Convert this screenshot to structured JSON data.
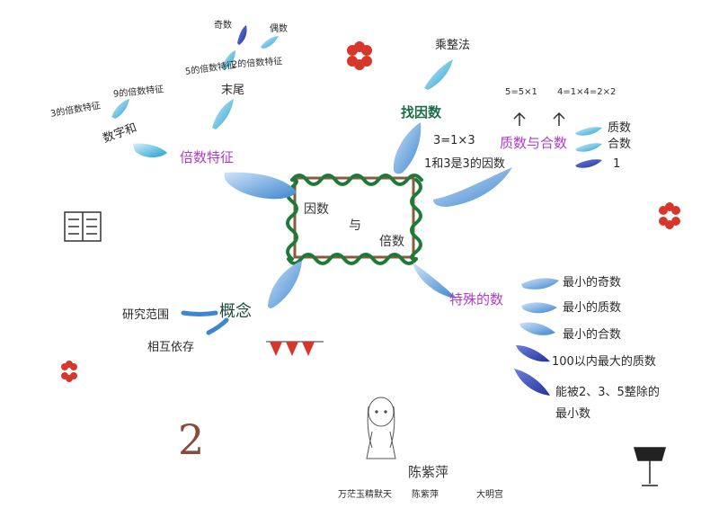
{
  "center": {
    "line1": "因数",
    "line2": "与",
    "line3": "倍数"
  },
  "branches": {
    "multiple_features": {
      "title": "倍数特征",
      "digit_sum": "数字和",
      "f3": "3的倍数特征",
      "f9": "9的倍数特征",
      "last_digit": "末尾",
      "f5": "5的倍数特征",
      "f2": "2的倍数特征",
      "odd": "奇数",
      "even": "偶数"
    },
    "find_factors": {
      "title": "找因数",
      "method": "乘整法",
      "example": "3=1×3",
      "conclusion": "1和3是3的因数"
    },
    "prime_composite": {
      "title": "质数与合数",
      "ex1": "5=5×1",
      "ex2": "4=1×4=2×2",
      "items": [
        "质数",
        "合数",
        "1"
      ]
    },
    "concept": {
      "title": "概念",
      "scope": "研究范围",
      "mutual": "相互依存"
    },
    "special_numbers": {
      "title": "特殊的数",
      "items": [
        "最小的奇数",
        "最小的质数",
        "最小的合数",
        "100以内最大的质数",
        "能被2、3、5整除的",
        "最小数"
      ]
    }
  },
  "decor": {
    "page_number": "2"
  },
  "signature": {
    "name": "陈紫萍",
    "line": [
      "万茫玉精默天",
      "陈紫萍",
      "大明宫"
    ]
  },
  "colors": {
    "purple": "#b03cc8",
    "green": "#1d6e4a",
    "blue": "#2e8fd6",
    "navy": "#2b3ea8",
    "frame_green": "#1f7a3a",
    "frame_brown": "#8a5a3c",
    "red": "#d9362b"
  }
}
